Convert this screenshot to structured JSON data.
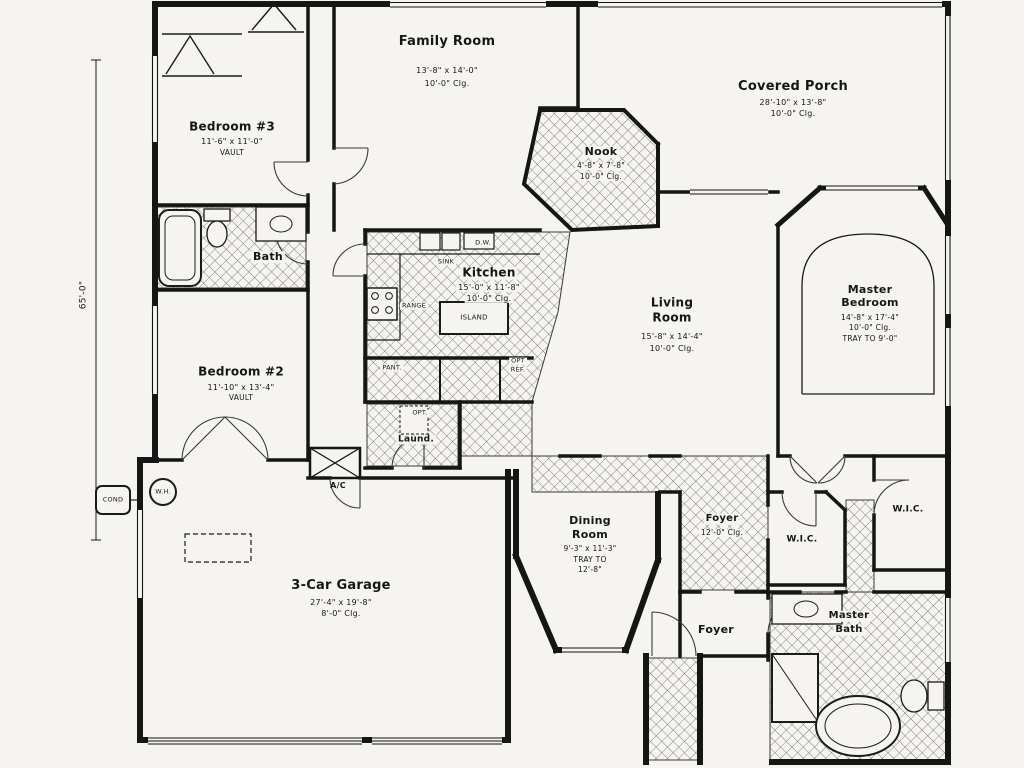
{
  "page": {
    "background": "#f5f4f0",
    "ink": "#1b1b1b",
    "type": "scanned architectural floor plan"
  },
  "dimensions": {
    "left_overall": "65'-0\""
  },
  "rooms": {
    "family_room": {
      "name": "Family Room",
      "dims": "13'-8\" x 14'-0\"",
      "clg": "10'-0\" Clg."
    },
    "covered_porch": {
      "name": "Covered Porch",
      "dims": "28'-10\" x 13'-8\"",
      "clg": "10'-0\" Clg."
    },
    "bedroom3": {
      "name": "Bedroom #3",
      "dims": "11'-6\" x 11'-0\"",
      "note": "VAULT"
    },
    "bath": {
      "name": "Bath"
    },
    "nook": {
      "name": "Nook",
      "dims": "4'-8\" x 7'-8\"",
      "clg": "10'-0\" Clg."
    },
    "kitchen": {
      "name": "Kitchen",
      "dims": "15'-0\" x 11'-8\"",
      "clg": "10'-0\" Clg."
    },
    "living_room": {
      "line1": "Living",
      "line2": "Room",
      "dims": "15'-8\" x 14'-4\"",
      "clg": "10'-0\" Clg."
    },
    "master_bedroom": {
      "line1": "Master",
      "line2": "Bedroom",
      "dims": "14'-8\" x 17'-4\"",
      "clg": "10'-0\" Clg.",
      "note": "TRAY TO 9'-0\""
    },
    "bedroom2": {
      "name": "Bedroom #2",
      "dims": "11'-10\" x 13'-4\"",
      "note": "VAULT"
    },
    "laundry": {
      "name": "Laund.",
      "note": "OPT."
    },
    "garage": {
      "name": "3-Car Garage",
      "dims": "27'-4\" x 19'-8\"",
      "clg": "8'-0\" Clg."
    },
    "dining_room": {
      "line1": "Dining",
      "line2": "Room",
      "dims": "9'-3\" x 11'-3\"",
      "note1": "TRAY TO",
      "note2": "12'-8\""
    },
    "foyer_upper": {
      "name": "Foyer",
      "clg": "12'-0\" Clg."
    },
    "foyer_lower": {
      "name": "Foyer"
    },
    "wic_left": {
      "name": "W.I.C."
    },
    "wic_right": {
      "name": "W.I.C."
    },
    "master_bath": {
      "line1": "Master",
      "line2": "Bath"
    }
  },
  "fixtures": {
    "island": "ISLAND",
    "sink": "SINK",
    "dishwasher": "D.W.",
    "range": "RANGE",
    "pantry": "PANT.",
    "opt_ref1": "OPT",
    "opt_ref2": "REF.",
    "ac": "A/C",
    "water_heater": "W.H.",
    "condenser": "COND"
  }
}
